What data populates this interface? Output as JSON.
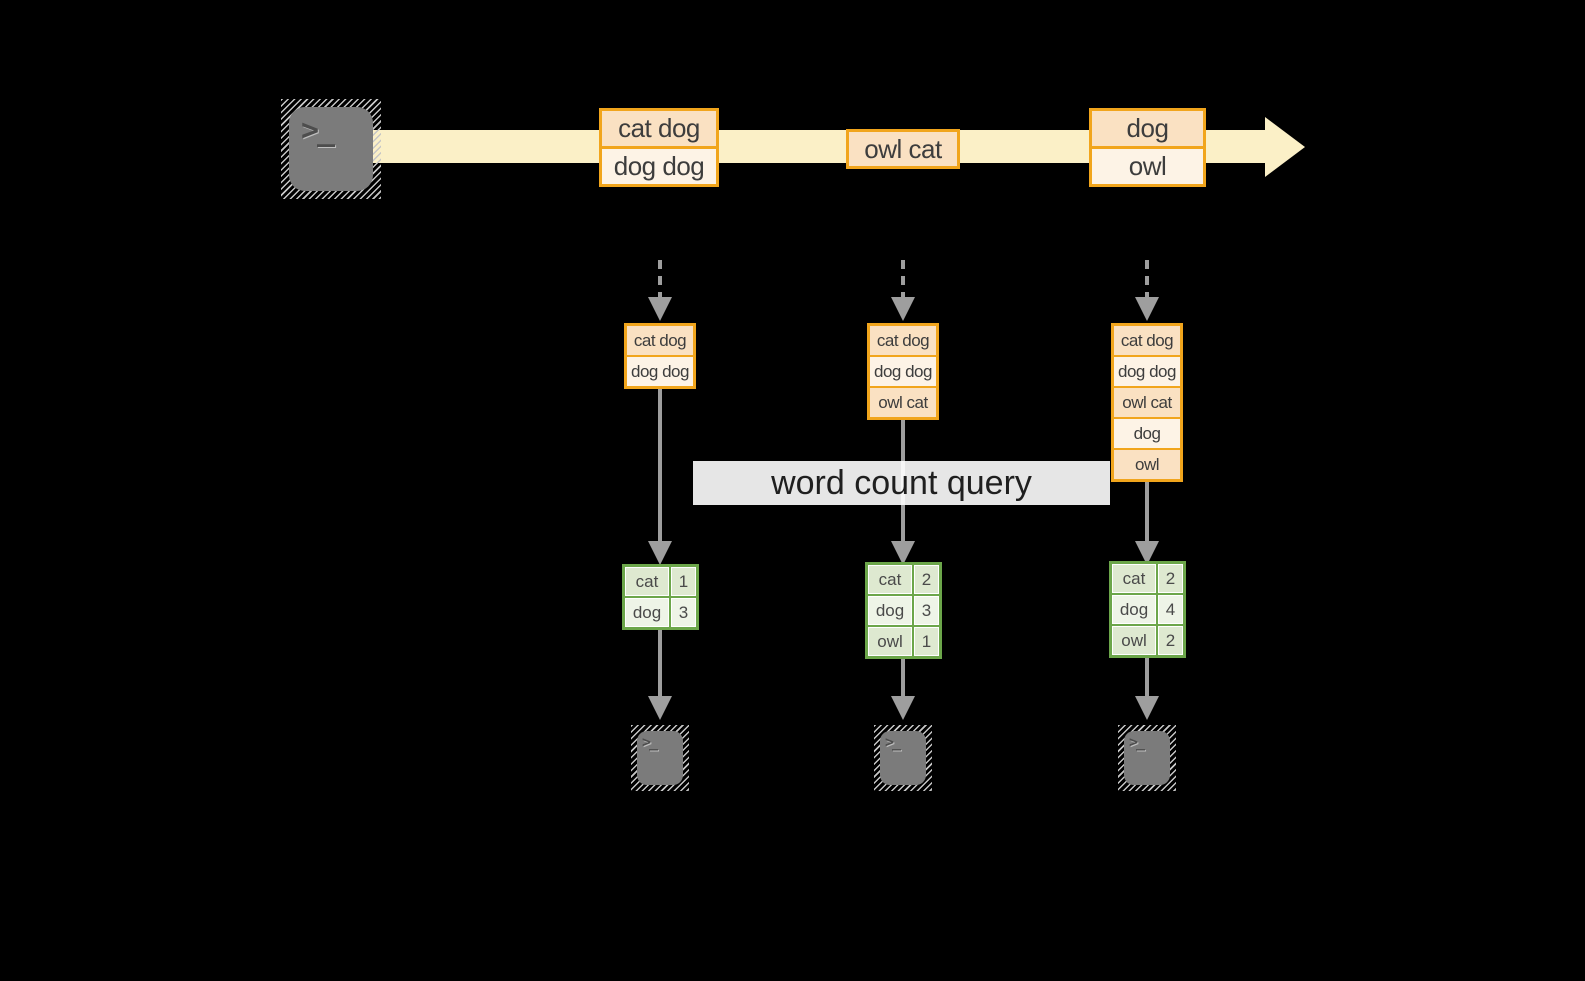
{
  "banner": {
    "label": "word count query"
  },
  "terminal": {
    "prompt": ">_"
  },
  "palette": {
    "background": "#000000",
    "stream_band": "#FBF0C7",
    "message_border": "#F1A51C",
    "message_row_dark": "#FAE1C2",
    "message_row_light": "#FDF3E6",
    "table_border": "#6CA64A",
    "table_cell_dark": "#DEE9D0",
    "table_cell_light": "#EEF4E7",
    "arrow_gray": "#9E9E9E",
    "terminal_gray": "#7B7B7B",
    "banner_bg": "#FFFFFF",
    "text_dark": "#3D3D3D"
  },
  "stream": {
    "messages": [
      {
        "lines": [
          "cat dog",
          "dog dog"
        ]
      },
      {
        "lines": [
          "owl cat"
        ]
      },
      {
        "lines": [
          "dog",
          "owl"
        ]
      }
    ]
  },
  "columns": [
    {
      "buffer": [
        "cat dog",
        "dog dog"
      ],
      "counts": [
        {
          "word": "cat",
          "count": "1"
        },
        {
          "word": "dog",
          "count": "3"
        }
      ]
    },
    {
      "buffer": [
        "cat dog",
        "dog dog",
        "owl cat"
      ],
      "counts": [
        {
          "word": "cat",
          "count": "2"
        },
        {
          "word": "dog",
          "count": "3"
        },
        {
          "word": "owl",
          "count": "1"
        }
      ]
    },
    {
      "buffer": [
        "cat dog",
        "dog dog",
        "owl cat",
        "dog",
        "owl"
      ],
      "counts": [
        {
          "word": "cat",
          "count": "2"
        },
        {
          "word": "dog",
          "count": "4"
        },
        {
          "word": "owl",
          "count": "2"
        }
      ]
    }
  ]
}
